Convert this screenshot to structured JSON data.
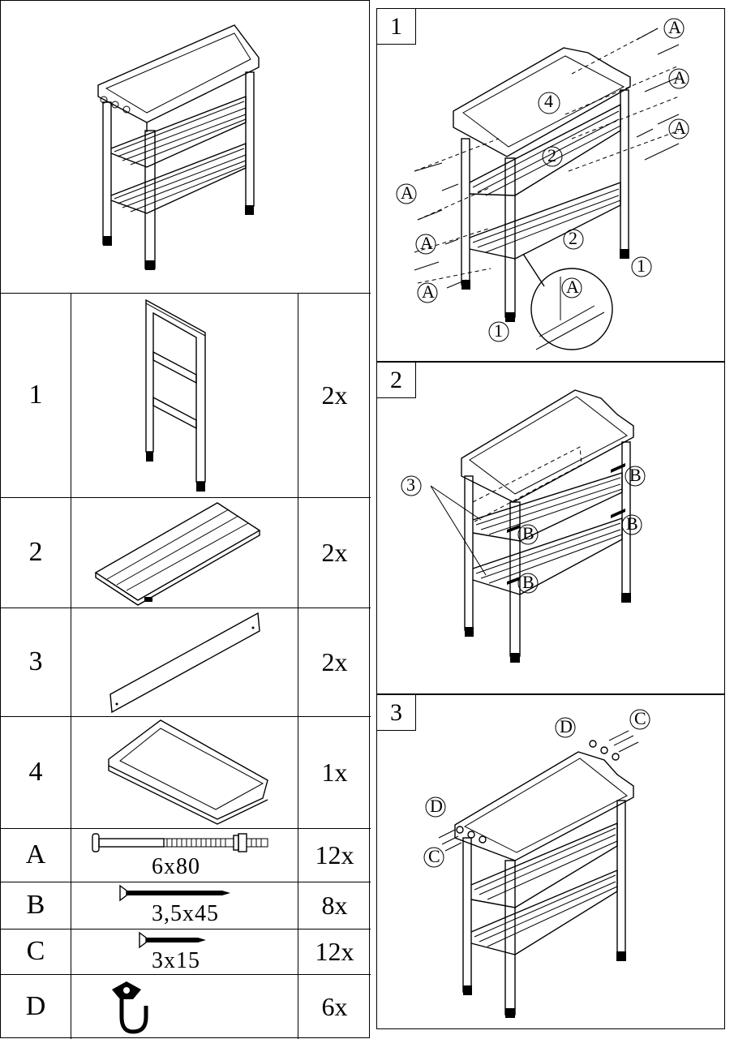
{
  "parts": [
    {
      "id": "1",
      "qty": "2x"
    },
    {
      "id": "2",
      "qty": "2x"
    },
    {
      "id": "3",
      "qty": "2x"
    },
    {
      "id": "4",
      "qty": "1x"
    }
  ],
  "hardware": [
    {
      "id": "A",
      "size": "6x80",
      "qty": "12x"
    },
    {
      "id": "B",
      "size": "3,5x45",
      "qty": "8x"
    },
    {
      "id": "C",
      "size": "3x15",
      "qty": "12x"
    },
    {
      "id": "D",
      "size": "",
      "qty": "6x"
    }
  ],
  "steps": [
    {
      "number": "1",
      "callouts": {
        "A": "A",
        "part1": "1",
        "part2": "2",
        "part4": "4"
      }
    },
    {
      "number": "2",
      "callouts": {
        "B": "B",
        "part3": "3"
      }
    },
    {
      "number": "3",
      "callouts": {
        "C": "C",
        "D": "D"
      }
    }
  ]
}
